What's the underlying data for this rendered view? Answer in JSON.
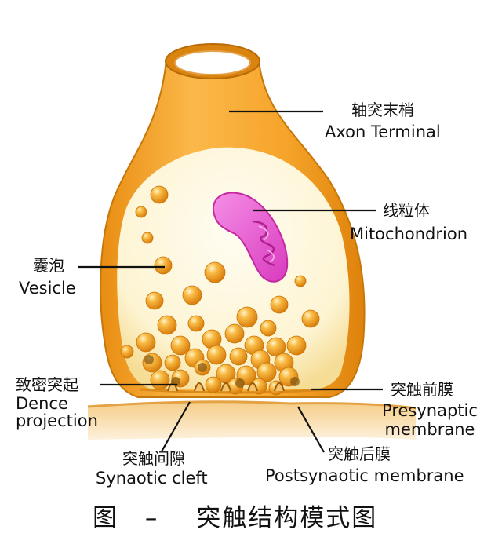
{
  "labels": {
    "axon_cn": "轴突末梢",
    "axon_en": "Axon Terminal",
    "mito_cn": "线粒体",
    "mito_en": "Mitochondrion",
    "vesicle_cn": "囊泡",
    "vesicle_en": "Vesicle",
    "dense_cn": "致密突起",
    "dense_en_1": "Dence",
    "dense_en_2": "projection",
    "pre_cn": "突触前膜",
    "pre_en_1": "Presynaptic",
    "pre_en_2": "membrane",
    "cleft_cn": "突触间隙",
    "cleft_en": "Synaotic cleft",
    "post_cn": "突触后膜",
    "post_en": "Postsynaotic membrane"
  },
  "caption": {
    "prefix": "图",
    "dash": "–",
    "title": "突触结构模式图"
  },
  "colors": {
    "axon_orange": "#f5a623",
    "axon_dark": "#d9840f",
    "cytoplasm": "#fdf6dc",
    "vesicle": "#f29a1e",
    "mitochondrion": "#e04ac8",
    "postsynaptic": "#f7d9a4"
  }
}
